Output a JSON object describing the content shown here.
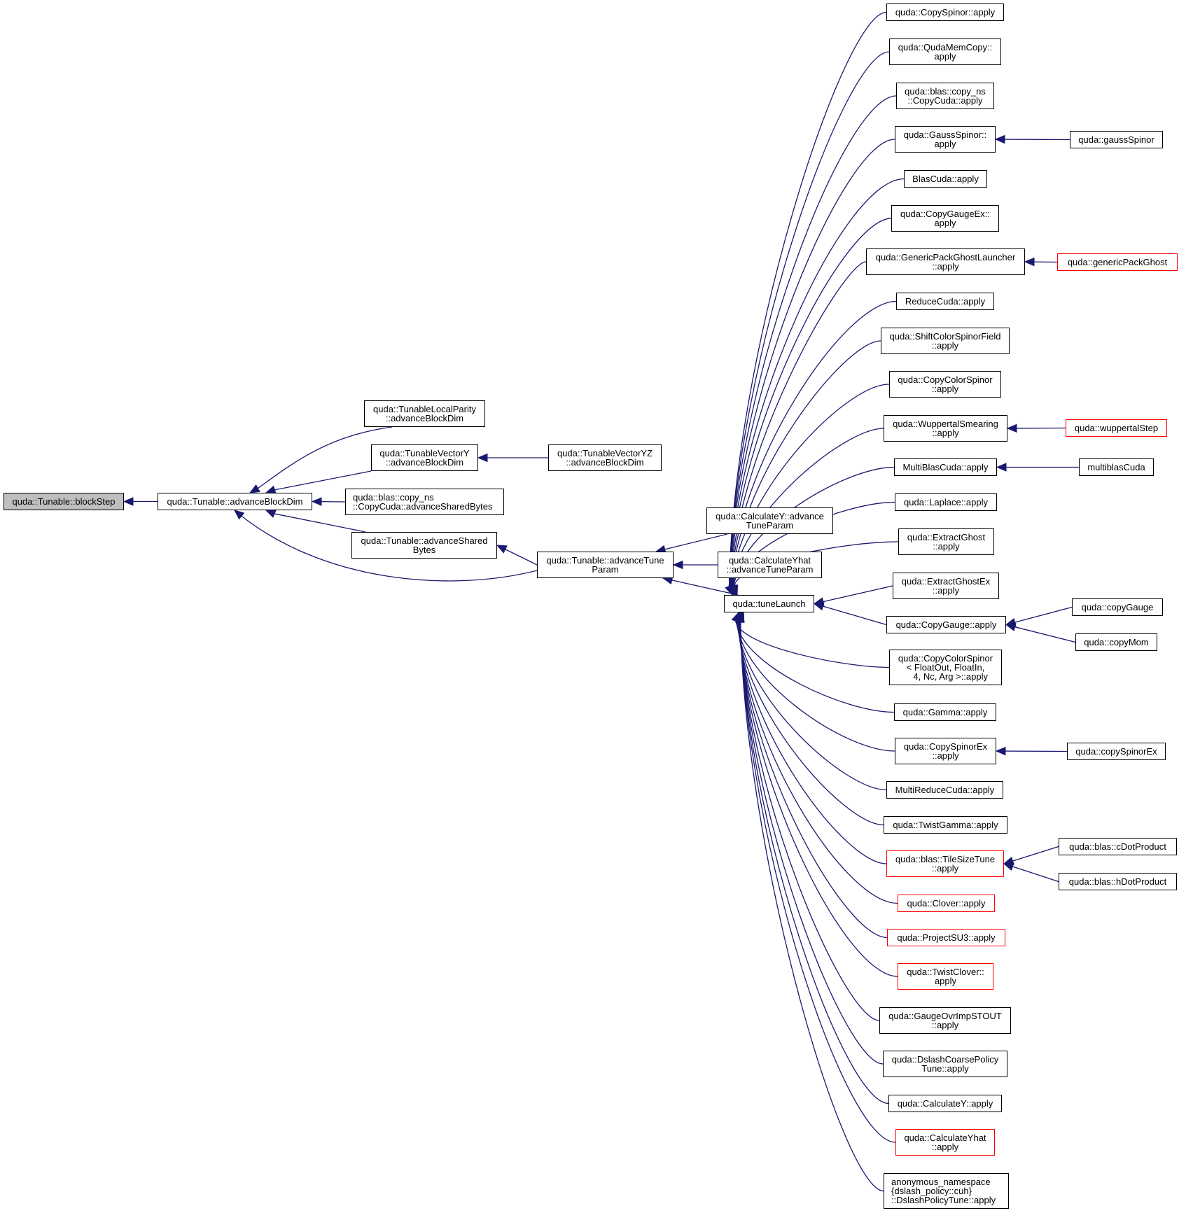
{
  "graph": {
    "title": "quda::Tunable::blockStep caller graph",
    "edge_color": "#191970",
    "highlight_border": "#ff0000",
    "root_fill": "#bfbfbf",
    "nodes": [
      {
        "id": "blockStep",
        "label": "quda::Tunable::blockStep",
        "style": "root"
      },
      {
        "id": "advanceBlockDim",
        "label": "quda::Tunable::advanceBlockDim"
      },
      {
        "id": "localParity",
        "label": "quda::TunableLocalParity\n::advanceBlockDim"
      },
      {
        "id": "vectorY",
        "label": "quda::TunableVectorY\n::advanceBlockDim"
      },
      {
        "id": "vectorYZ",
        "label": "quda::TunableVectorYZ\n::advanceBlockDim"
      },
      {
        "id": "copyCudaSB",
        "label": "quda::blas::copy_ns\n::CopyCuda::advanceSharedBytes",
        "align": "left"
      },
      {
        "id": "advSharedBytes",
        "label": "quda::Tunable::advanceShared\nBytes"
      },
      {
        "id": "advTuneParam",
        "label": "quda::Tunable::advanceTune\nParam"
      },
      {
        "id": "calcYtp",
        "label": "quda::CalculateY::advance\nTuneParam"
      },
      {
        "id": "calcYhatTp",
        "label": "quda::CalculateYhat\n::advanceTuneParam"
      },
      {
        "id": "tuneLaunch",
        "label": "quda::tuneLaunch"
      },
      {
        "id": "copySpinor",
        "label": "quda::CopySpinor::apply"
      },
      {
        "id": "qudaMemCopy",
        "label": "quda::QudaMemCopy::\napply"
      },
      {
        "id": "blasCopyCuda",
        "label": "quda::blas::copy_ns\n::CopyCuda::apply"
      },
      {
        "id": "gaussSpinorA",
        "label": "quda::GaussSpinor::\napply"
      },
      {
        "id": "gaussSpinor",
        "label": "quda::gaussSpinor"
      },
      {
        "id": "blasCuda",
        "label": "BlasCuda::apply"
      },
      {
        "id": "copyGaugeEx",
        "label": "quda::CopyGaugeEx::\napply"
      },
      {
        "id": "genPackLauncher",
        "label": "quda::GenericPackGhostLauncher\n::apply"
      },
      {
        "id": "genPackGhost",
        "label": "quda::genericPackGhost",
        "style": "red"
      },
      {
        "id": "reduceCuda",
        "label": "ReduceCuda::apply"
      },
      {
        "id": "shiftCSF",
        "label": "quda::ShiftColorSpinorField\n::apply"
      },
      {
        "id": "copyColorSpinor",
        "label": "quda::CopyColorSpinor\n::apply"
      },
      {
        "id": "wuppertalA",
        "label": "quda::WuppertalSmearing\n::apply"
      },
      {
        "id": "wuppertalStep",
        "label": "quda::wuppertalStep",
        "style": "red"
      },
      {
        "id": "multiBlasA",
        "label": "MultiBlasCuda::apply"
      },
      {
        "id": "multiblasCuda",
        "label": "multiblasCuda"
      },
      {
        "id": "laplace",
        "label": "quda::Laplace::apply"
      },
      {
        "id": "extractGhost",
        "label": "quda::ExtractGhost\n::apply"
      },
      {
        "id": "extractGhostEx",
        "label": "quda::ExtractGhostEx\n::apply"
      },
      {
        "id": "copyGaugeA",
        "label": "quda::CopyGauge::apply"
      },
      {
        "id": "copyGauge",
        "label": "quda::copyGauge"
      },
      {
        "id": "copyMom",
        "label": "quda::copyMom"
      },
      {
        "id": "copyCSTemplate",
        "label": "quda::CopyColorSpinor\n< FloatOut, FloatIn,\n    4, Nc, Arg >::apply"
      },
      {
        "id": "gamma",
        "label": "quda::Gamma::apply"
      },
      {
        "id": "copySpinorExA",
        "label": "quda::CopySpinorEx\n::apply"
      },
      {
        "id": "copySpinorEx",
        "label": "quda::copySpinorEx"
      },
      {
        "id": "multiReduce",
        "label": "MultiReduceCuda::apply"
      },
      {
        "id": "twistGamma",
        "label": "quda::TwistGamma::apply"
      },
      {
        "id": "tileSizeTune",
        "label": "quda::blas::TileSizeTune\n::apply",
        "style": "red"
      },
      {
        "id": "cDot",
        "label": "quda::blas::cDotProduct"
      },
      {
        "id": "hDot",
        "label": "quda::blas::hDotProduct"
      },
      {
        "id": "clover",
        "label": "quda::Clover::apply",
        "style": "red"
      },
      {
        "id": "projectSU3",
        "label": "quda::ProjectSU3::apply",
        "style": "red"
      },
      {
        "id": "twistClover",
        "label": "quda::TwistClover::\napply",
        "style": "red"
      },
      {
        "id": "gaugeOvr",
        "label": "quda::GaugeOvrImpSTOUT\n::apply"
      },
      {
        "id": "dslashCoarse",
        "label": "quda::DslashCoarsePolicy\nTune::apply"
      },
      {
        "id": "calcYapply",
        "label": "quda::CalculateY::apply"
      },
      {
        "id": "calcYhatApply",
        "label": "quda::CalculateYhat\n::apply",
        "style": "red"
      },
      {
        "id": "dslashPolicy",
        "label": "anonymous_namespace\n{dslash_policy::cuh}\n::DslashPolicyTune::apply",
        "align": "left"
      }
    ],
    "edges": [
      [
        "advanceBlockDim",
        "blockStep"
      ],
      [
        "localParity",
        "advanceBlockDim"
      ],
      [
        "vectorY",
        "advanceBlockDim"
      ],
      [
        "copyCudaSB",
        "advanceBlockDim"
      ],
      [
        "advSharedBytes",
        "advanceBlockDim"
      ],
      [
        "advTuneParam",
        "advanceBlockDim"
      ],
      [
        "vectorYZ",
        "vectorY"
      ],
      [
        "advTuneParam",
        "advSharedBytes"
      ],
      [
        "calcYtp",
        "advTuneParam"
      ],
      [
        "calcYhatTp",
        "advTuneParam"
      ],
      [
        "tuneLaunch",
        "advTuneParam"
      ],
      [
        "copySpinor",
        "tuneLaunch"
      ],
      [
        "qudaMemCopy",
        "tuneLaunch"
      ],
      [
        "blasCopyCuda",
        "tuneLaunch"
      ],
      [
        "gaussSpinorA",
        "tuneLaunch"
      ],
      [
        "blasCuda",
        "tuneLaunch"
      ],
      [
        "copyGaugeEx",
        "tuneLaunch"
      ],
      [
        "genPackLauncher",
        "tuneLaunch"
      ],
      [
        "reduceCuda",
        "tuneLaunch"
      ],
      [
        "shiftCSF",
        "tuneLaunch"
      ],
      [
        "copyColorSpinor",
        "tuneLaunch"
      ],
      [
        "wuppertalA",
        "tuneLaunch"
      ],
      [
        "multiBlasA",
        "tuneLaunch"
      ],
      [
        "laplace",
        "tuneLaunch"
      ],
      [
        "extractGhost",
        "tuneLaunch"
      ],
      [
        "extractGhostEx",
        "tuneLaunch"
      ],
      [
        "copyGaugeA",
        "tuneLaunch"
      ],
      [
        "copyCSTemplate",
        "tuneLaunch"
      ],
      [
        "gamma",
        "tuneLaunch"
      ],
      [
        "copySpinorExA",
        "tuneLaunch"
      ],
      [
        "multiReduce",
        "tuneLaunch"
      ],
      [
        "twistGamma",
        "tuneLaunch"
      ],
      [
        "tileSizeTune",
        "tuneLaunch"
      ],
      [
        "clover",
        "tuneLaunch"
      ],
      [
        "projectSU3",
        "tuneLaunch"
      ],
      [
        "twistClover",
        "tuneLaunch"
      ],
      [
        "gaugeOvr",
        "tuneLaunch"
      ],
      [
        "dslashCoarse",
        "tuneLaunch"
      ],
      [
        "calcYapply",
        "tuneLaunch"
      ],
      [
        "calcYhatApply",
        "tuneLaunch"
      ],
      [
        "dslashPolicy",
        "tuneLaunch"
      ],
      [
        "gaussSpinor",
        "gaussSpinorA"
      ],
      [
        "genPackGhost",
        "genPackLauncher"
      ],
      [
        "wuppertalStep",
        "wuppertalA"
      ],
      [
        "multiblasCuda",
        "multiBlasA"
      ],
      [
        "copyGauge",
        "copyGaugeA"
      ],
      [
        "copyMom",
        "copyGaugeA"
      ],
      [
        "copySpinorEx",
        "copySpinorExA"
      ],
      [
        "cDot",
        "tileSizeTune"
      ],
      [
        "hDot",
        "tileSizeTune"
      ]
    ]
  }
}
